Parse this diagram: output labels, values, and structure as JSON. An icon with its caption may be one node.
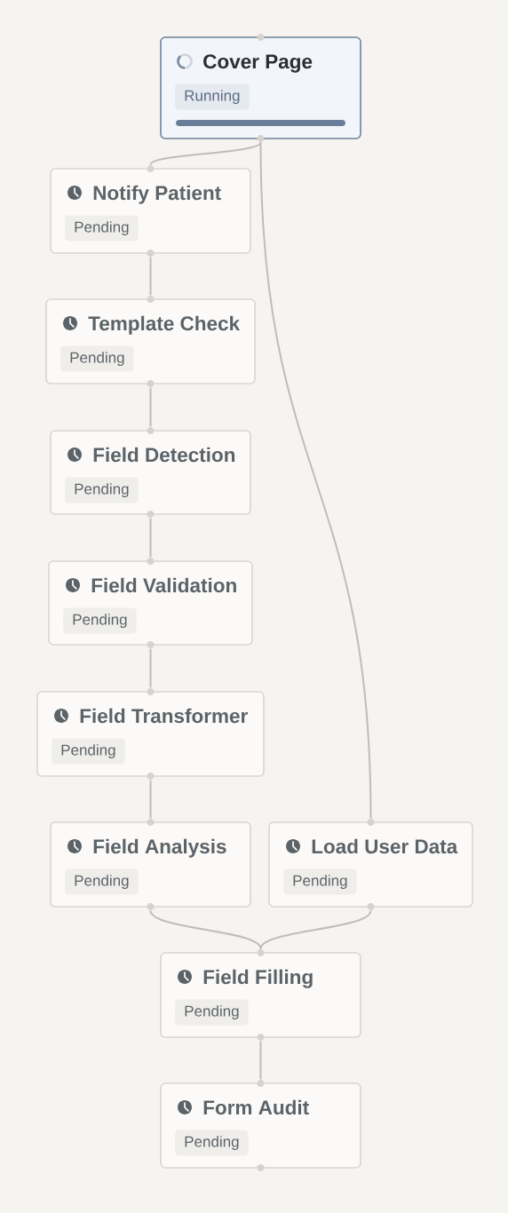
{
  "diagram": {
    "nodes": [
      {
        "text": [
          "Cover Page",
          "Running"
        ]
      },
      {
        "text": [
          "Notify Patient",
          "Pending"
        ]
      },
      {
        "text": [
          "Template Check",
          "Pending"
        ]
      },
      {
        "text": [
          "Field Detection",
          "Pending"
        ]
      },
      {
        "text": [
          "Field Validation",
          "Pending"
        ]
      },
      {
        "text": [
          "Field Transformer",
          "Pending"
        ]
      },
      {
        "text": [
          "Field Analysis",
          "Pending"
        ]
      },
      {
        "text": [
          "Load User Data",
          "Pending"
        ]
      },
      {
        "text": [
          "Field Filling",
          "Pending"
        ]
      },
      {
        "text": [
          "Form Audit",
          "Pending"
        ]
      }
    ],
    "edges": [
      {
        "from": 0,
        "to": 1,
        "arrow": "none"
      },
      {
        "from": 0,
        "to": 7,
        "arrow": "none"
      },
      {
        "from": 1,
        "to": 2,
        "arrow": "none"
      },
      {
        "from": 2,
        "to": 3,
        "arrow": "none"
      },
      {
        "from": 3,
        "to": 4,
        "arrow": "none"
      },
      {
        "from": 4,
        "to": 5,
        "arrow": "none"
      },
      {
        "from": 5,
        "to": 6,
        "arrow": "none"
      },
      {
        "from": 6,
        "to": 8,
        "arrow": "none"
      },
      {
        "from": 7,
        "to": 8,
        "arrow": "none"
      },
      {
        "from": 8,
        "to": 9,
        "arrow": "none"
      }
    ]
  }
}
